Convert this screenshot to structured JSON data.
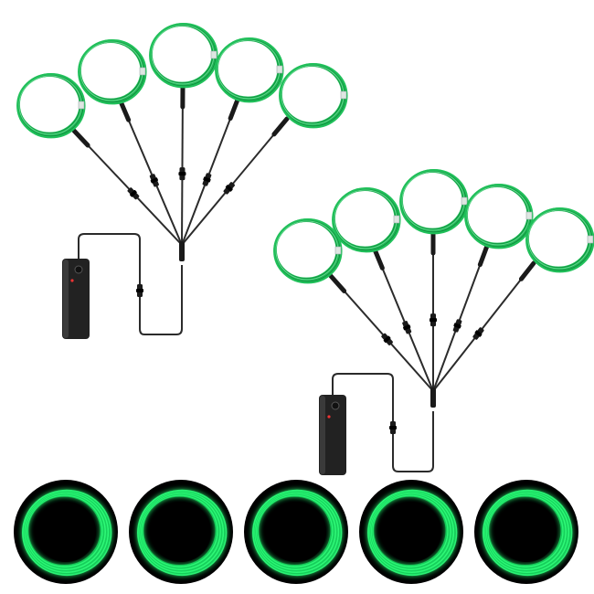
{
  "product": {
    "kit_count": 2,
    "coils_per_kit": 5,
    "glow_previews": 5,
    "colors": {
      "wire_green": "#20c05a",
      "wire_green_dark": "#0f8a3b",
      "wire_highlight": "#7ff0a8",
      "glow_green": "#2dff7a",
      "cable": "#2b2b2b",
      "connector": "#1a1a1a",
      "battery_box": "#222222",
      "background": "#ffffff",
      "glow_background": "#000000"
    },
    "icons": [
      "battery-pack-icon",
      "el-wire-coil-icon",
      "glowing-ring-icon",
      "connector-icon"
    ]
  }
}
